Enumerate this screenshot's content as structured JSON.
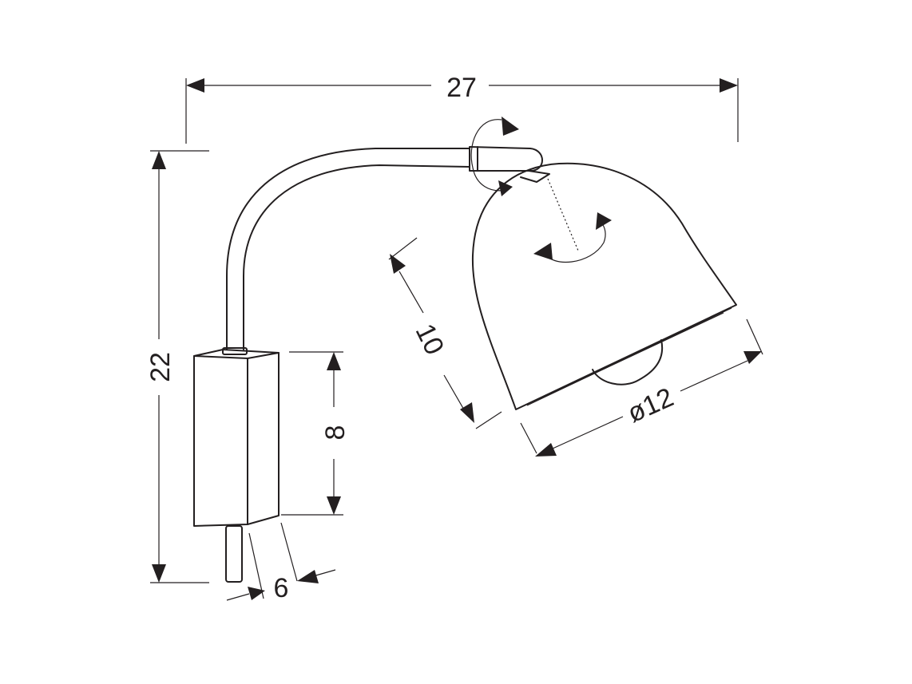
{
  "dimensions": {
    "width_total": "27",
    "height_total": "22",
    "base_height": "8",
    "base_depth": "6",
    "shade_height": "10",
    "shade_diameter": "ø12"
  }
}
